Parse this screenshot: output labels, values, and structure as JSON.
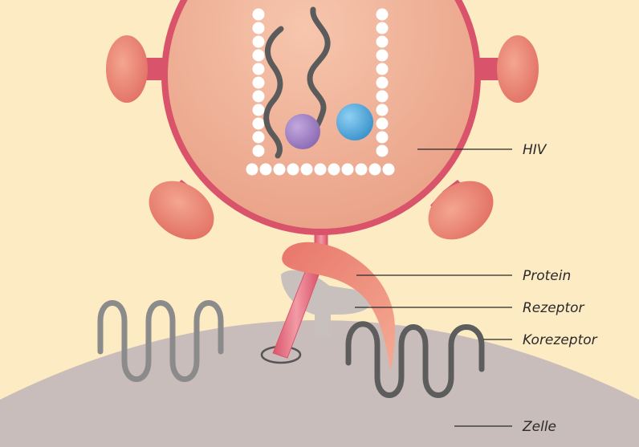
{
  "labels": {
    "hiv": "HIV",
    "protein": "Protein",
    "rezeptor": "Rezeptor",
    "korezeptor": "Korezeptor",
    "zelle": "Zelle"
  },
  "colors": {
    "background": "#fdebc3",
    "cell": "#c9bdbb",
    "virus_body": "#eeae93",
    "virus_rim": "#d9546a",
    "spike": "#e8786c",
    "protein": "#ea7e6d",
    "receptor": "#c7c0bd",
    "coreceptor": "#5d5d5d",
    "rna_strand": "#5b5b5b",
    "enzyme_purple": "#9a7bbf",
    "enzyme_blue": "#4aa3d8",
    "leader_line": "#2a2a2a"
  }
}
